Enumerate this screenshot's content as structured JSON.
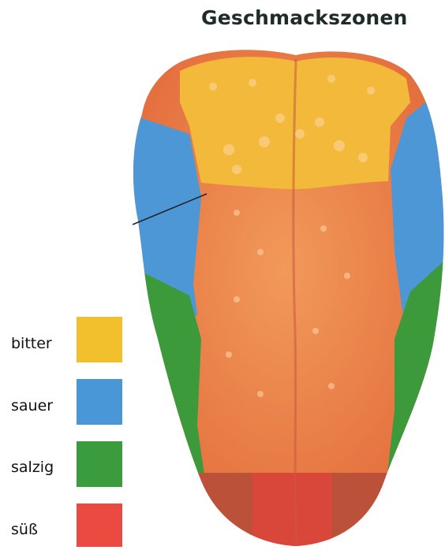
{
  "title": "Geschmackszonen",
  "legend": [
    {
      "label": "bitter",
      "color": "#f2c02c"
    },
    {
      "label": "sauer",
      "color": "#4a97d8"
    },
    {
      "label": "salzig",
      "color": "#3a9c3c"
    },
    {
      "label": "süß",
      "color": "#ea4a3f"
    }
  ],
  "colors": {
    "tongue_base": "#ea7a45",
    "bitter": "#f2b93a",
    "sour": "#4d97d6",
    "salty": "#3c9a3a",
    "sweet": "#d9473a"
  }
}
